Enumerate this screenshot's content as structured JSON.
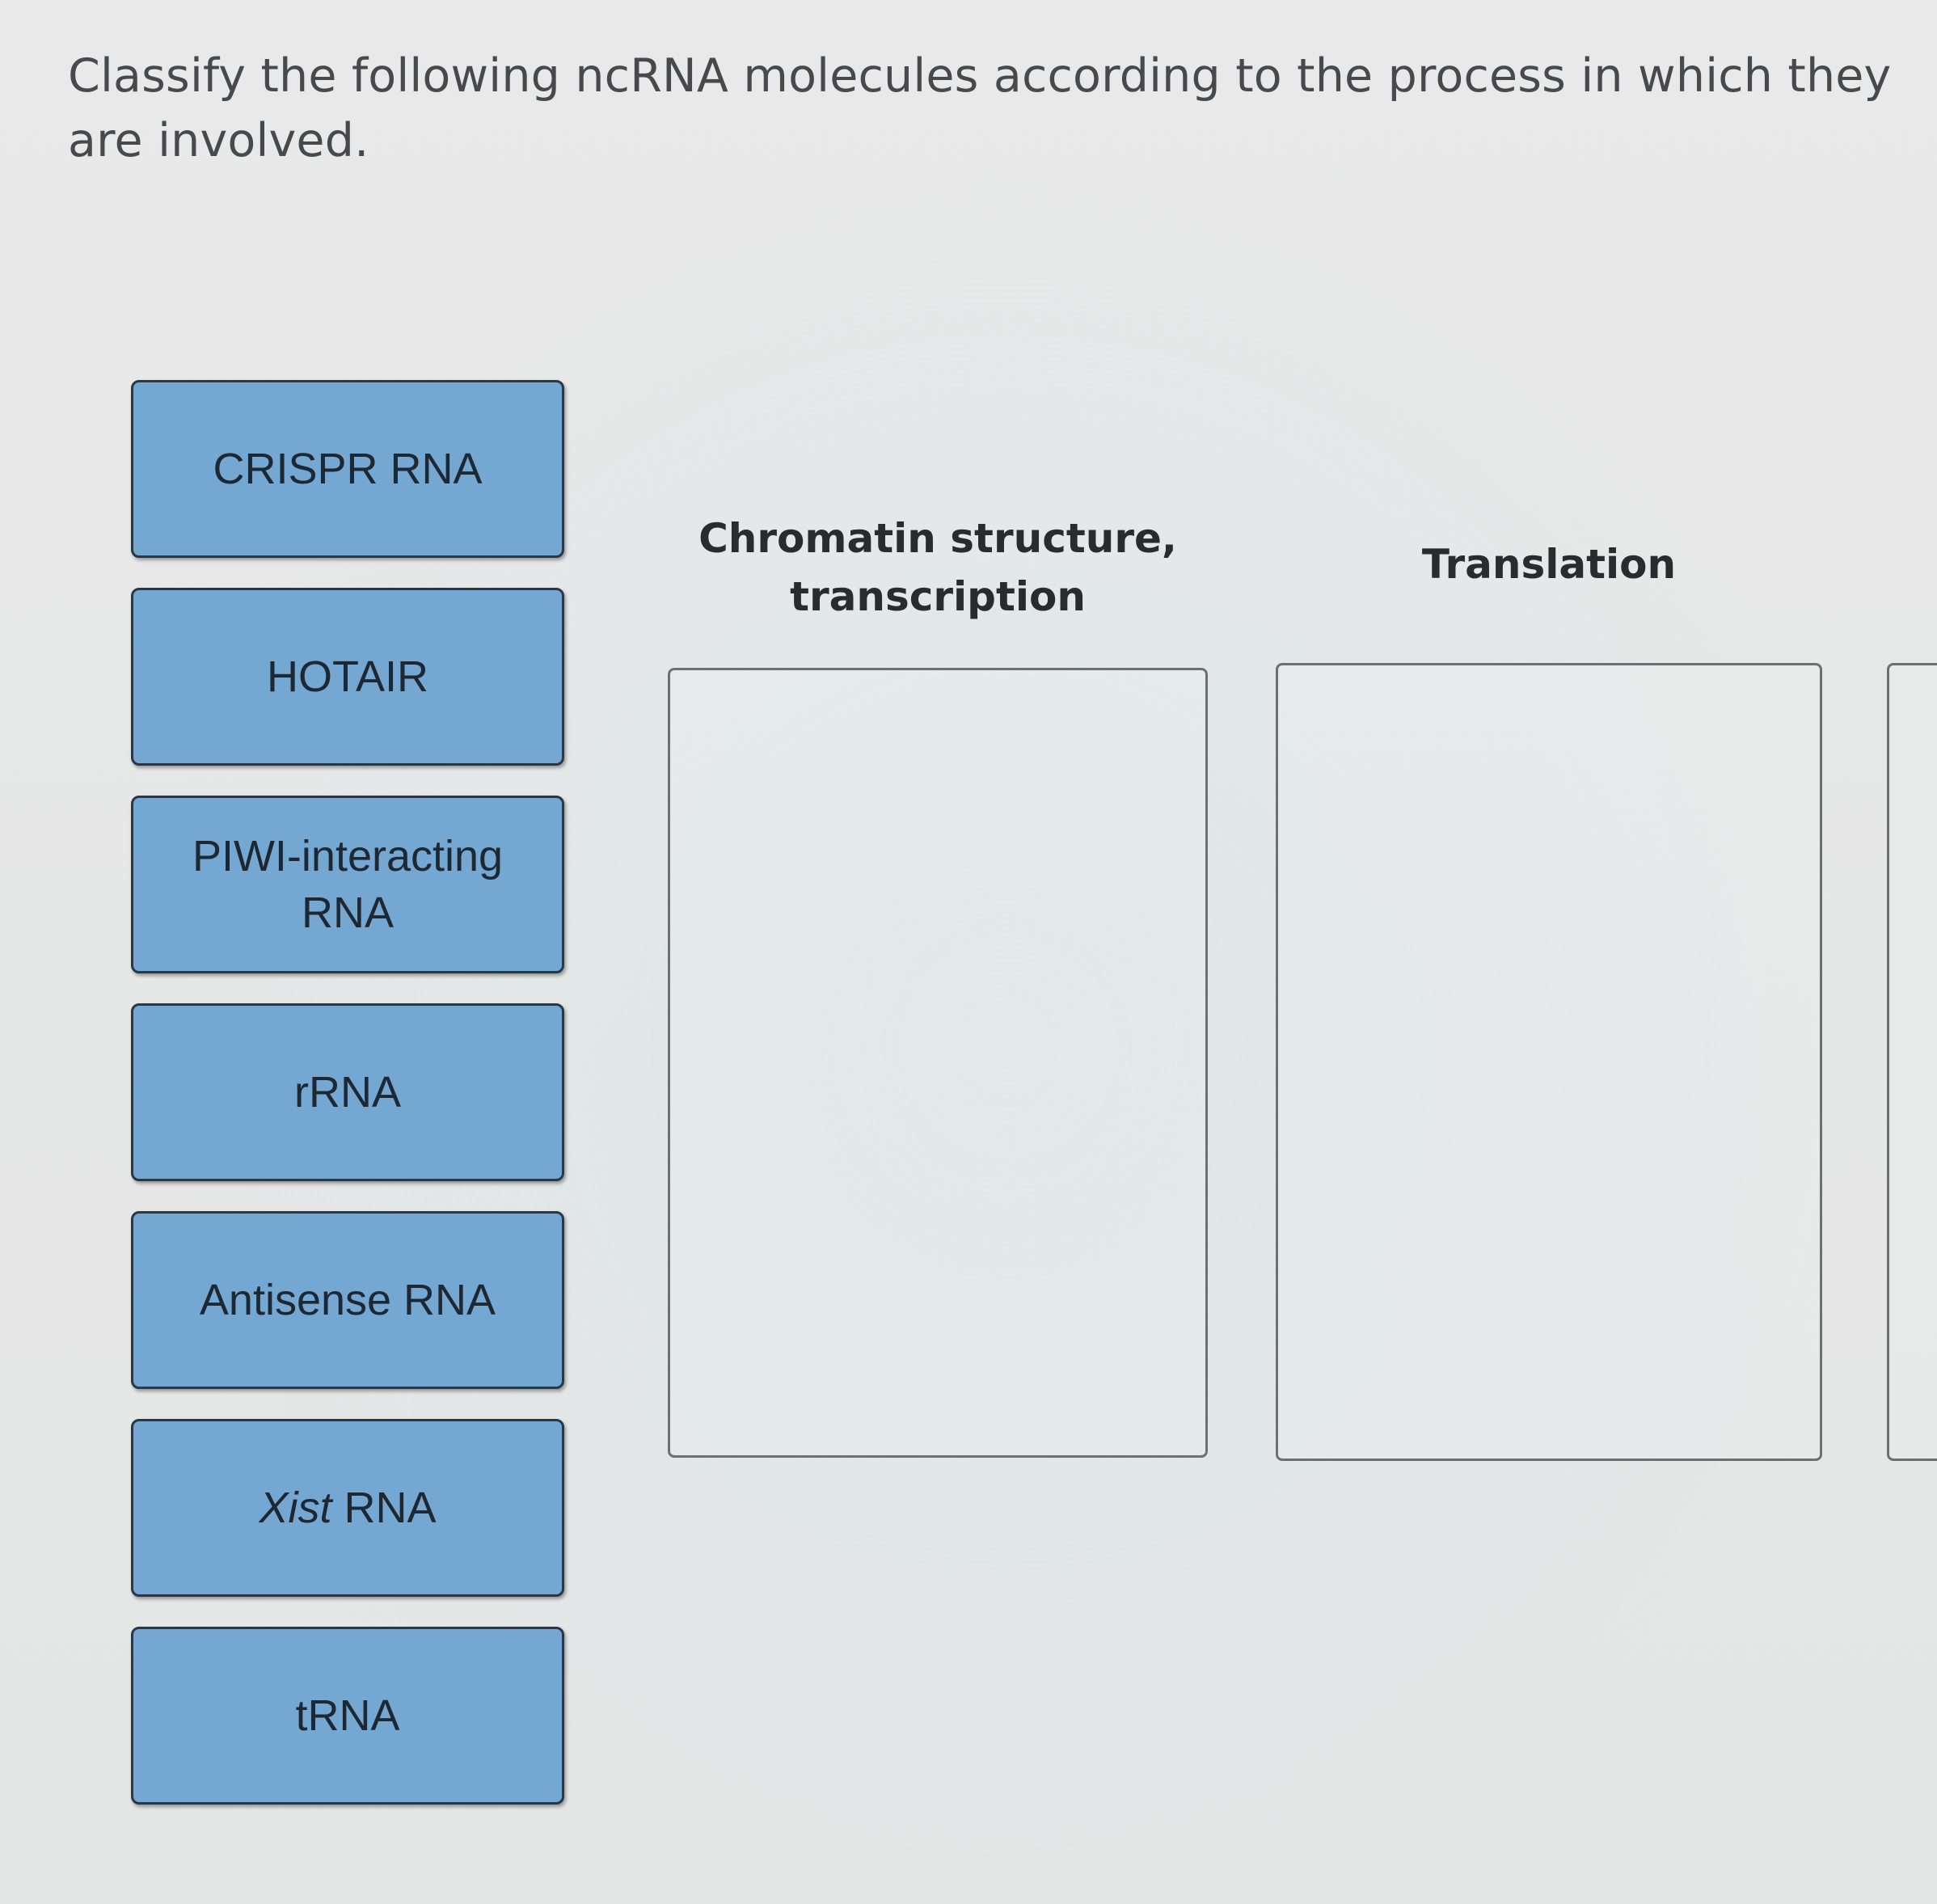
{
  "question": {
    "prompt": "Classify the following ncRNA molecules according to the process in which they are involved."
  },
  "answer_bank": {
    "items": [
      {
        "label": "CRISPR RNA"
      },
      {
        "label": "HOTAIR"
      },
      {
        "label": "PIWI-interacting RNA"
      },
      {
        "label": "rRNA"
      },
      {
        "label": "Antisense RNA"
      },
      {
        "italic_part": "Xist",
        "label_rest": " RNA"
      },
      {
        "label": "tRNA"
      }
    ],
    "card_color": "#74a7d2"
  },
  "drop_zones": [
    {
      "title": "Chromatin structure, transcription"
    },
    {
      "title": "Translation"
    },
    {
      "title": ""
    }
  ]
}
